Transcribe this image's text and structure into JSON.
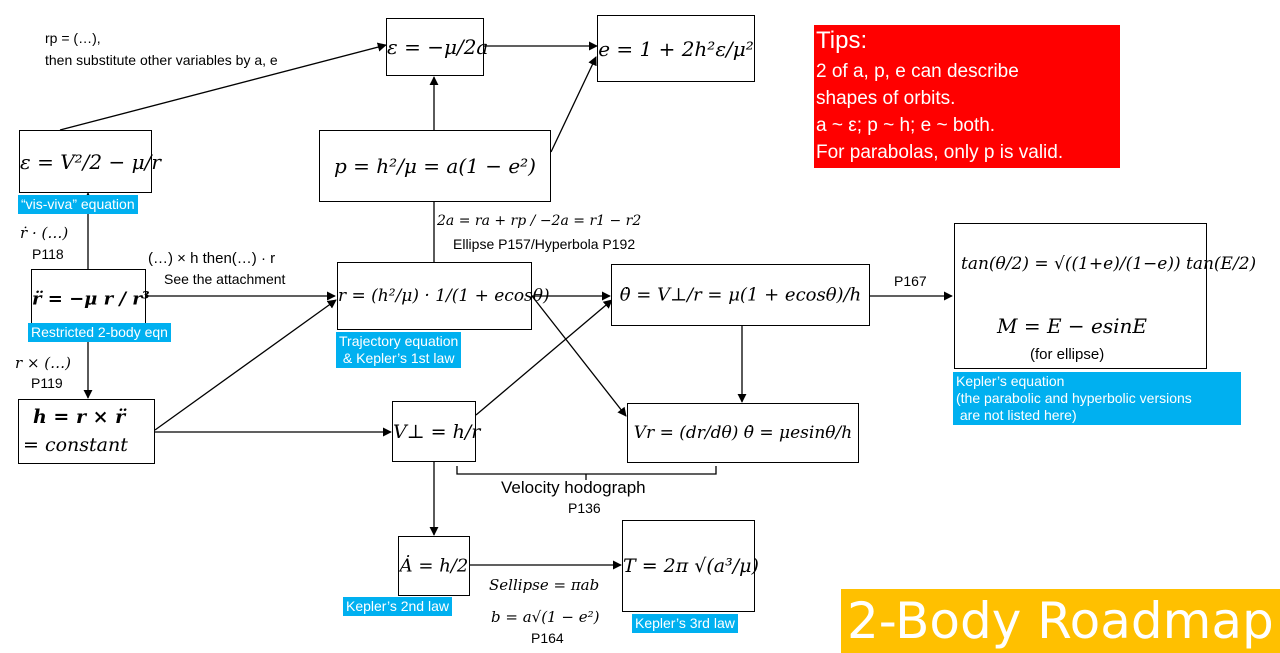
{
  "title": "2-Body Roadmap",
  "tips": {
    "heading": "Tips:",
    "lines": [
      "2 of a, p, e can describe",
      "shapes of orbits.",
      "a ~ ε; p ~ h; e ~ both.",
      "For parabolas, only p is valid."
    ]
  },
  "equations": {
    "energy": "ε = −μ/2a",
    "eccentricity": "e = 1 + 2h²ε/μ²",
    "visviva": "ε = V²/2 − μ/r",
    "semilatus": "p = h²/μ = a(1 − e²)",
    "restricted": "r̈ = −μ r / r³",
    "trajectory": "r = (h²/μ) · 1/(1 + ecosθ)",
    "thetadot": "θ̇ = V⊥/r = μ(1 + ecosθ)/h",
    "kepler_eq_line1": "tan(θ/2) = √((1+e)/(1−e)) tan(E/2)",
    "kepler_eq_line2": "M = E − esinE",
    "kepler_eq_note": "(for ellipse)",
    "angmom_line1": "h = r × r̈",
    "angmom_line2": "= constant",
    "vperp": "V⊥ = h/r",
    "vr": "Vr = (dr/dθ) θ̇ = μesinθ/h",
    "areal": "Ȧ = h/2",
    "period": "T = 2π √(a³/μ)"
  },
  "labels": {
    "rp_note_line1": "rp = (…),",
    "rp_note_line2": "then substitute other variables by a, e",
    "dot_r": "ṙ · (…)",
    "p118": "P118",
    "cross_op": "(…) × h then(…) · r",
    "see_attach": "See the attachment",
    "a_relation": "2a = ra + rp / −2a = r1 − r2",
    "ellipse_page": "Ellipse P157/Hyperbola P192",
    "p167": "P167",
    "r_cross": "r × (…)",
    "p119": "P119",
    "hodograph": "Velocity hodograph",
    "p136": "P136",
    "s_ellipse": "Sellipse = πab",
    "b_relation": "b = a√(1 − e²)",
    "p164": "P164"
  },
  "tags": {
    "visviva": "“vis-viva” equation",
    "restricted": "Restricted 2-body eqn",
    "trajectory_line1": "Trajectory equation",
    "trajectory_line2": "& Kepler’s 1st law",
    "kepler_eq_line1": "Kepler’s equation",
    "kepler_eq_line2": "(the parabolic and hyperbolic versions",
    "kepler_eq_line3": " are not listed here)",
    "kepler2": "Kepler’s 2nd law",
    "kepler3": "Kepler’s 3rd law"
  },
  "colors": {
    "tag_blue": "#00B0F0",
    "tips_red": "#FF0000",
    "title_orange": "#FFC000"
  }
}
